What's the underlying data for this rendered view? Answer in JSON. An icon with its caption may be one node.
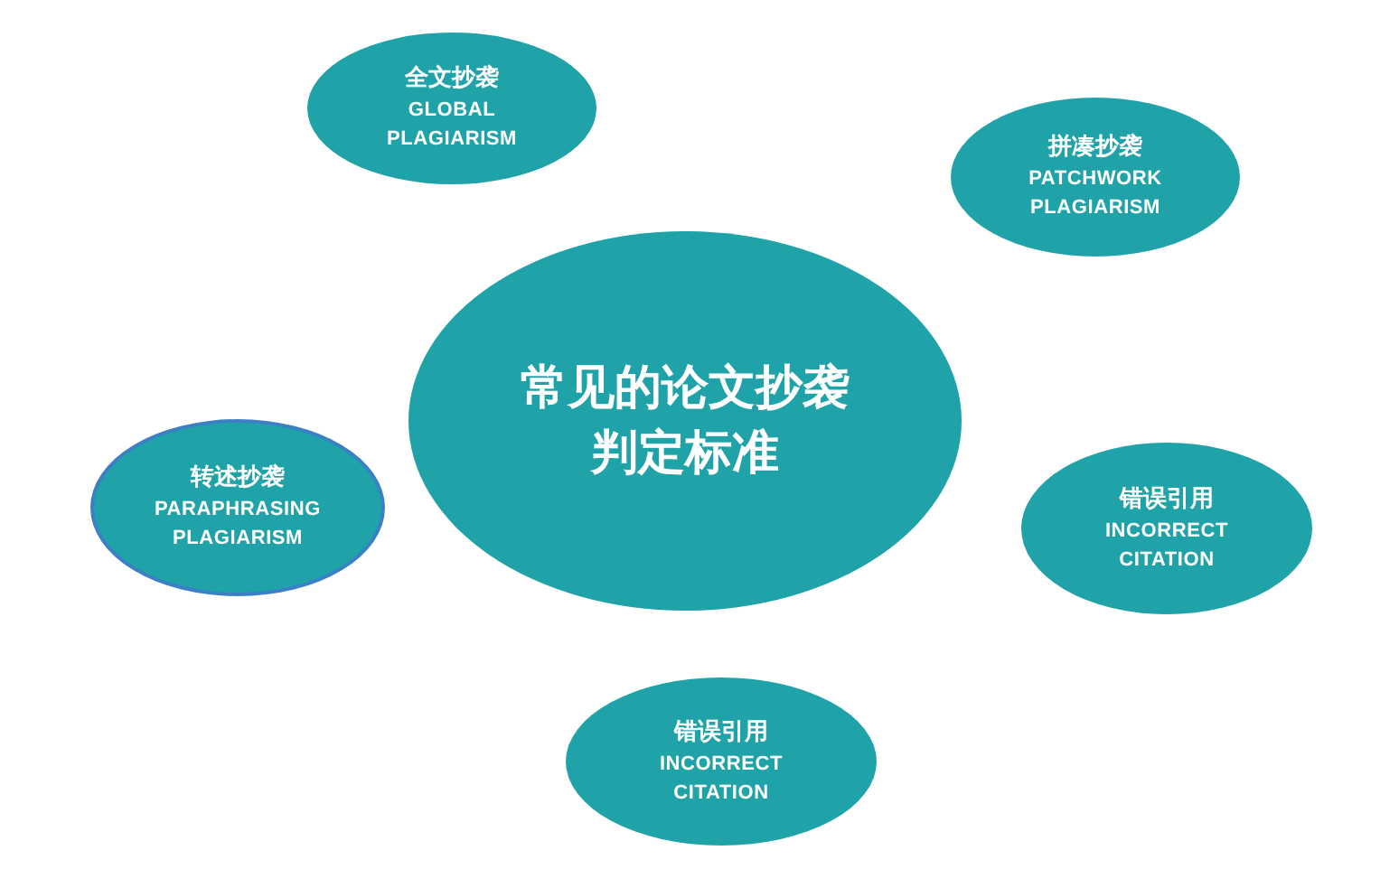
{
  "diagram": {
    "nodes": [
      {
        "text": [
          "全文抄袭",
          "GLOBAL PLAGIARISM"
        ]
      },
      {
        "text": [
          "拼凑抄袭",
          "PATCHWORK PLAGIARISM"
        ]
      },
      {
        "text": [
          "常见的论文抄袭判定标准"
        ]
      },
      {
        "text": [
          "转述抄袭",
          "PARAPHRASING PLAGIARISM"
        ]
      },
      {
        "text": [
          "错误引用",
          "INCORRECT CITATION"
        ]
      },
      {
        "text": [
          "错误引用",
          "INCORRECT CITATION"
        ]
      }
    ]
  }
}
